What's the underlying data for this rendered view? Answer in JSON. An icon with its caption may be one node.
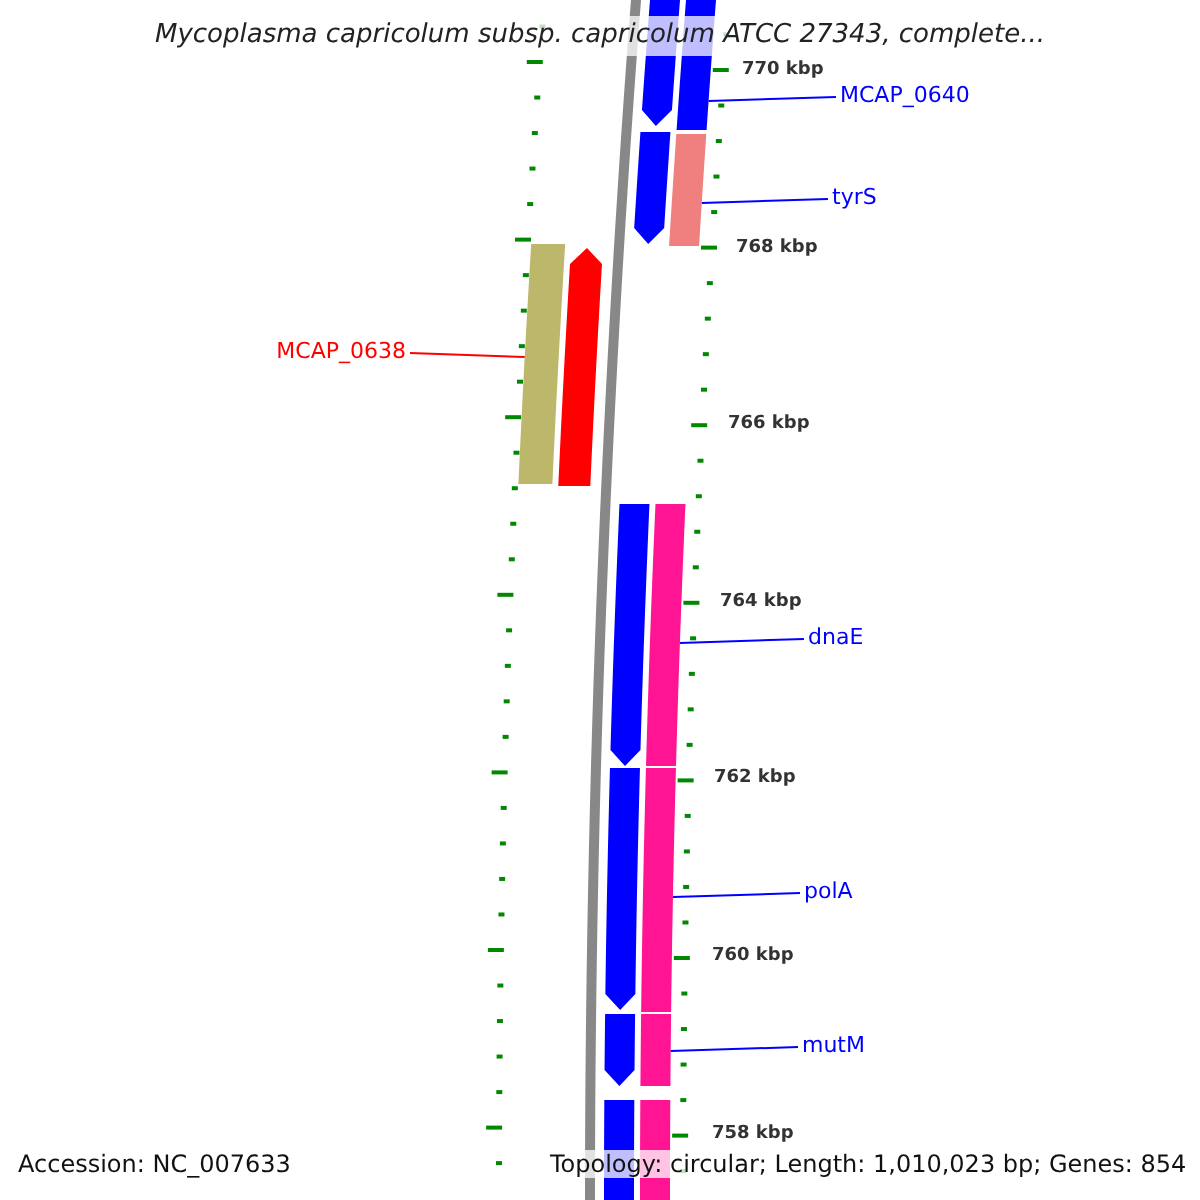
{
  "diagram": {
    "title": "Mycoplasma capricolum subsp. capricolum ATCC 27343, complete...",
    "nodes": [
      {
        "text": [
          "MCAP_0640"
        ]
      },
      {
        "text": [
          "tyrS"
        ]
      },
      {
        "text": [
          "MCAP_0638"
        ]
      },
      {
        "text": [
          "dnaE"
        ]
      },
      {
        "text": [
          "polA"
        ]
      },
      {
        "text": [
          "mutM"
        ]
      },
      {
        "text": [],
        "shape": "bar"
      },
      {
        "text": [],
        "shape": "bar"
      },
      {
        "text": [],
        "shape": "bar"
      },
      {
        "text": [],
        "shape": "bar"
      },
      {
        "text": [],
        "shape": "bar"
      },
      {
        "text": [],
        "shape": "bar"
      },
      {
        "text": [],
        "shape": "bar"
      },
      {
        "text": [],
        "shape": "bar"
      },
      {
        "text": [],
        "shape": "bar"
      },
      {
        "text": [],
        "shape": "bar"
      },
      {
        "text": [],
        "shape": "bar"
      },
      {
        "text": [],
        "shape": "bar"
      },
      {
        "text": [],
        "shape": "bar"
      },
      {
        "text": [],
        "shape": "bar"
      }
    ],
    "edges": [
      {
        "from": 0,
        "to": 7,
        "arrow": "none"
      },
      {
        "from": 1,
        "to": 9,
        "arrow": "none"
      },
      {
        "from": 2,
        "to": 10,
        "arrow": "none",
        "color": "#ff0000"
      },
      {
        "from": 3,
        "to": 13,
        "arrow": "none"
      },
      {
        "from": 4,
        "to": 15,
        "arrow": "none"
      },
      {
        "from": 5,
        "to": 17,
        "arrow": "none"
      }
    ],
    "labels": [
      "770 kbp",
      "768 kbp",
      "766 kbp",
      "764 kbp",
      "762 kbp",
      "760 kbp",
      "758 kbp",
      "Accession: NC_007633",
      "Topology: circular; Length: 1,010,023 bp; Genes: 854"
    ]
  }
}
